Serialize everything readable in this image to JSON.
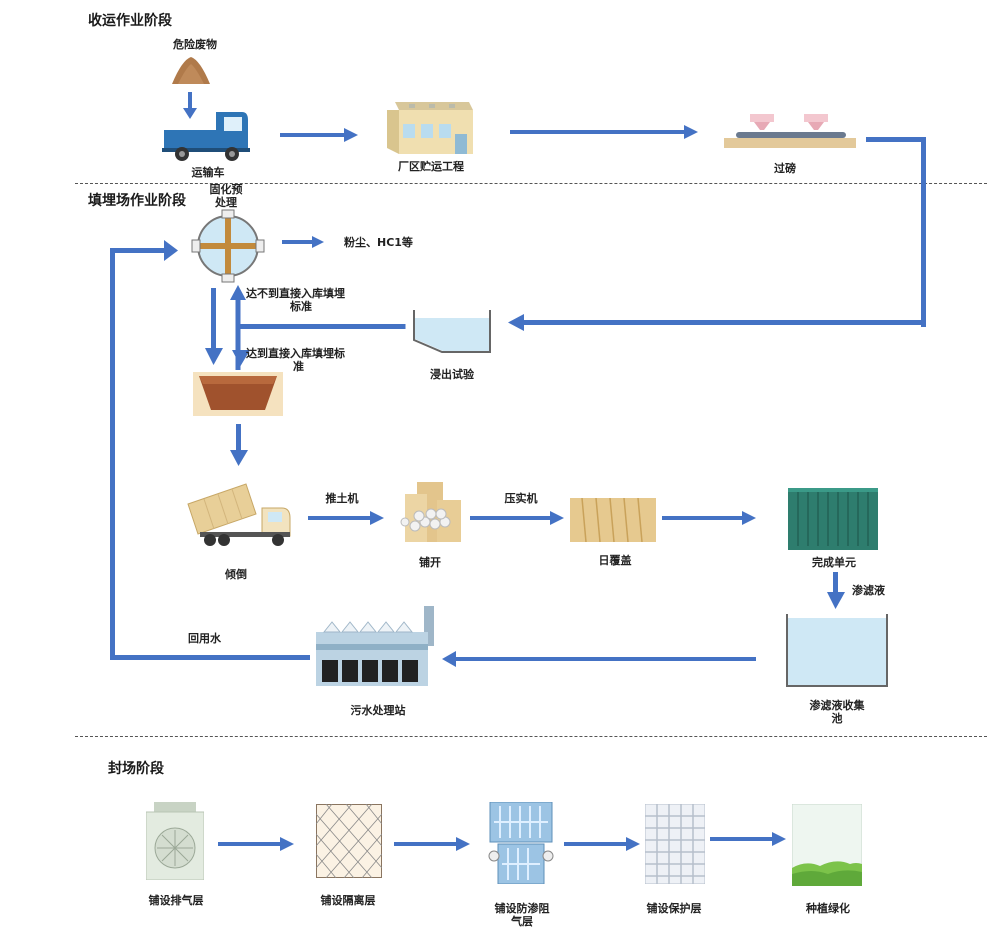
{
  "stages": {
    "collection": "收运作业阶段",
    "landfill": "填埋场作业阶段",
    "closure": "封场阶段"
  },
  "collection": {
    "hazardous_waste": "危险废物",
    "truck": "运输车",
    "storage": "厂区贮运工程",
    "weighing": "过磅"
  },
  "landfill": {
    "pretreatment_line1": "固化预",
    "pretreatment_line2": "处理",
    "emission": "粉尘、HC1等",
    "not_meet_line1": "达不到直接入库填埋",
    "not_meet_line2": "标准",
    "meet_line1": "达到直接入库填埋标",
    "meet_line2": "准",
    "leach_test": "浸出试验",
    "dump": "倾倒",
    "bulldozer": "推土机",
    "spread": "铺开",
    "compactor": "压实机",
    "daily_cover": "日覆盖",
    "complete_unit": "完成单元",
    "leachate": "渗滤液",
    "leachate_pool_line1": "渗滤液收集",
    "leachate_pool_line2": "池",
    "sewage_plant": "污水处理站",
    "reuse_water": "回用水"
  },
  "closure": {
    "step1": "铺设排气层",
    "step2": "铺设隔离层",
    "step3_line1": "铺设防渗阻",
    "step3_line2": "气层",
    "step4": "铺设保护层",
    "step5": "种植绿化"
  },
  "colors": {
    "arrow": "#4472c4",
    "truck_cab": "#2e75b6",
    "soil": "#a0522d",
    "building": "#f0dfb0",
    "container": "#2e7d6e",
    "water": "#cfe8f5",
    "grass": "#7cc34a"
  }
}
